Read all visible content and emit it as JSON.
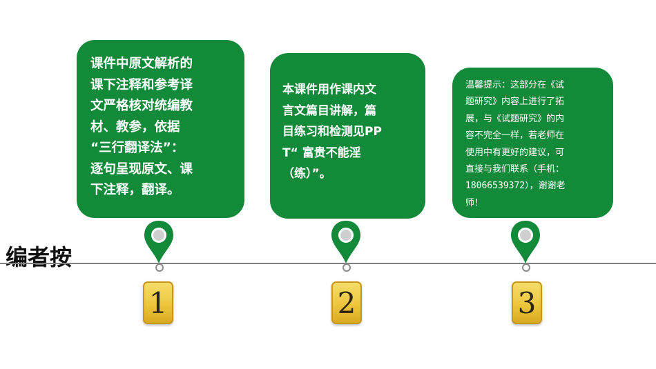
{
  "title": "编者按",
  "bubbles": [
    {
      "text": "课件中原文解析的\n课下注释和参考译\n文严格核对统编教\n材、教参，依据\n“三行翻译法”：\n逐句呈现原文、课\n下注释，翻译。"
    },
    {
      "text": "本课件用作课内文\n言文篇目讲解，篇\n目练习和检测见PP\nT“ 富贵不能淫\n（练）”。"
    },
    {
      "text": "温馨提示：这部分在《试\n题研究》内容上进行了拓\n展，与《试题研究》的内\n容不完全一样，若老师在\n使用中有更好的建议，可\n直接与我们联系（手机：\n18066539372），谢谢老\n师！"
    }
  ],
  "numbers": [
    "1",
    "2",
    "3"
  ],
  "colors": {
    "bubble": "#138a3a",
    "badge": "#ecc63d",
    "line": "#7f7f7f"
  },
  "icons": [
    "map-pin-icon",
    "map-pin-icon",
    "map-pin-icon"
  ]
}
